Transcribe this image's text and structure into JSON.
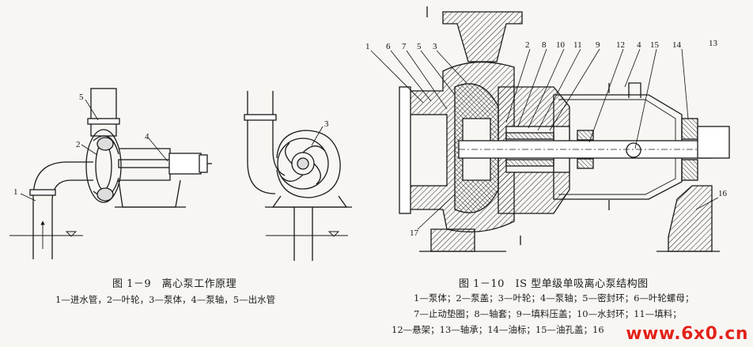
{
  "figure_left": {
    "title": "图 1－9　离心泵工作原理",
    "legend": "1—进水管，2—叶轮，3—泵体，4—泵轴，5—出水管",
    "numbers": [
      "1",
      "2",
      "3",
      "4",
      "5"
    ]
  },
  "figure_right": {
    "title": "图 1－10　IS 型单级单吸离心泵结构图",
    "legend_lines": [
      "1—泵体；2—泵盖；3—叶轮；4—泵轴；5—密封环；6—叶轮螺母；",
      "7—止动垫圈；8—轴套；9—填料压盖；10—水封环；11—填料；",
      "12—悬架；13—轴承；14—油标；15—油孔盖；16"
    ],
    "numbers_top": [
      "1",
      "6",
      "7",
      "5",
      "3",
      "2",
      "8",
      "10",
      "11",
      "9",
      "12",
      "4",
      "15",
      "14",
      "13"
    ],
    "numbers_other": [
      "17",
      "16"
    ]
  },
  "watermark": "www.6x0.cn"
}
